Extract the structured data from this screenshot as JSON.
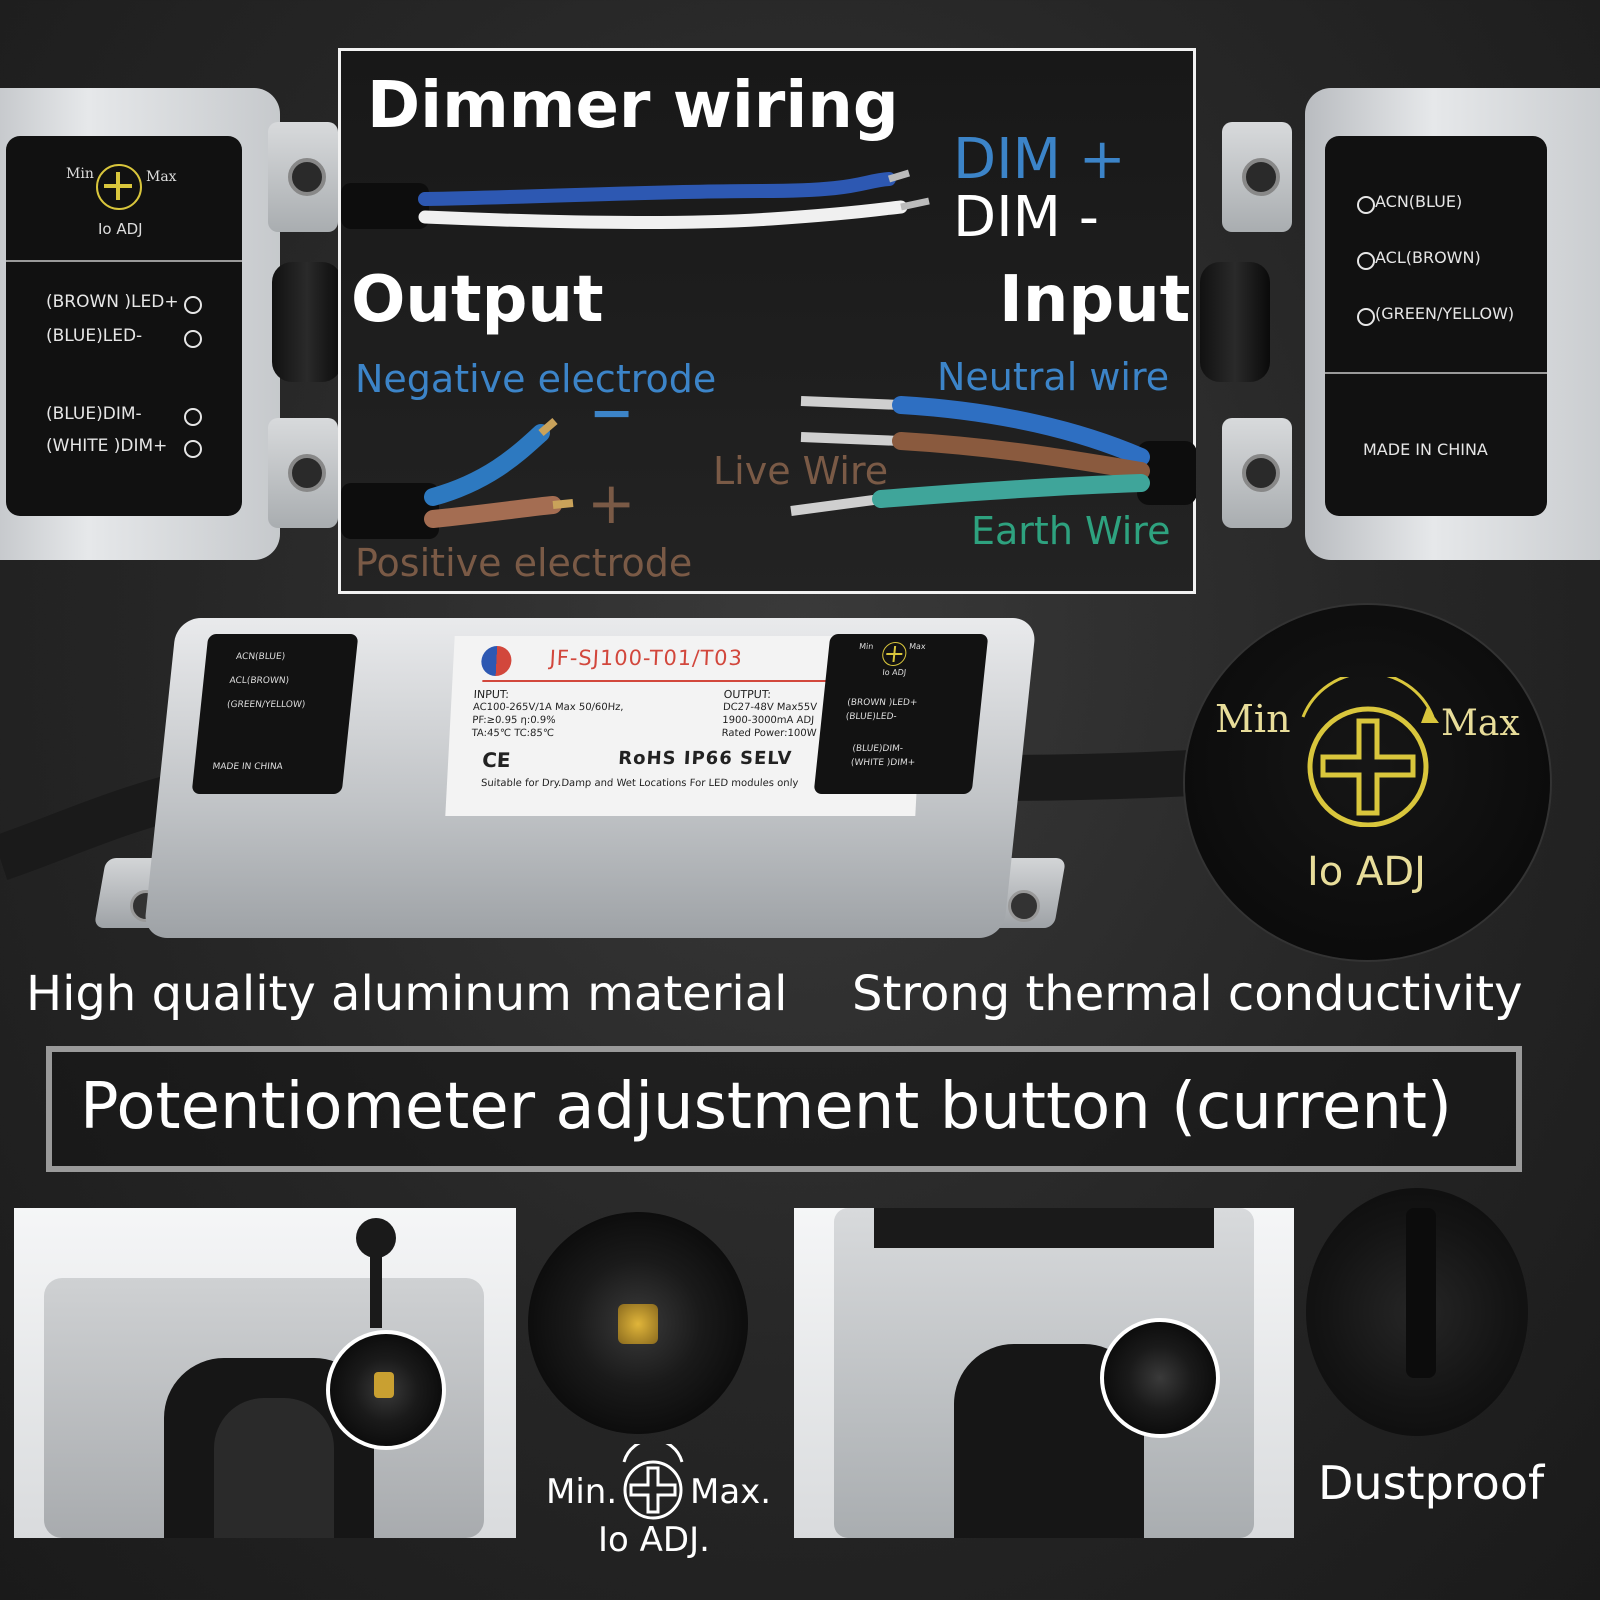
{
  "wiring": {
    "title": "Dimmer wiring",
    "dim_plus": "DIM +",
    "dim_minus": "DIM -",
    "output_title": "Output",
    "input_title": "Input",
    "negative_electrode": "Negative electrode",
    "positive_electrode": "Positive electrode",
    "neutral_wire": "Neutral wire",
    "live_wire": "Live Wire",
    "earth_wire": "Earth Wire",
    "minus_sign": "−",
    "plus_sign": "+"
  },
  "left_panel": {
    "min": "Min",
    "max": "Max",
    "adj": "Io ADJ",
    "led_plus": "(BROWN )LED+",
    "led_minus": "(BLUE)LED-",
    "dim_minus": "(BLUE)DIM-",
    "dim_plus": "(WHITE )DIM+"
  },
  "right_panel": {
    "acn": "ACN(BLUE)",
    "acl": "ACL(BROWN)",
    "ground": "(GREEN/YELLOW)",
    "made_in": "MADE IN CHINA"
  },
  "product": {
    "model": "JF-SJ100-T01/T03",
    "input_title": "INPUT:",
    "input_1": "AC100-265V/1A  Max  50/60Hz,",
    "input_2": "PF:≥0.95   η:0.9%",
    "input_3": "TA:45℃   TC:85℃",
    "output_title": "OUTPUT:",
    "output_1": "DC27-48V    Max55V",
    "output_2": "1900-3000mA  ADJ",
    "output_3": "Rated  Power:100W",
    "certs": "RoHS  IP66  SELV",
    "ce": "CE",
    "suitable": "Suitable for Dry.Damp and Wet Locations For LED modules only",
    "left_acn": "ACN(BLUE)",
    "left_acl": "ACL(BROWN)",
    "left_ground": "(GREEN/YELLOW)",
    "left_made": "MADE IN CHINA",
    "right_min": "Min",
    "right_max": "Max",
    "right_adj": "Io ADJ",
    "right_led_plus": "(BROWN )LED+",
    "right_led_minus": "(BLUE)LED-",
    "right_dim_minus": "(BLUE)DIM-",
    "right_dim_plus": "(WHITE )DIM+"
  },
  "zoom": {
    "min": "Min",
    "max": "Max",
    "adj": "Io ADJ"
  },
  "captions": {
    "aluminum": "High quality aluminum material",
    "thermal": "Strong thermal conductivity",
    "potentiometer": "Potentiometer adjustment button (current)",
    "min": "Min.",
    "max": "Max.",
    "adj": "Io ADJ.",
    "dustproof": "Dustproof"
  },
  "colors": {
    "background": "#262626",
    "blue_label": "#3c84c8",
    "brown_label": "#7a5a46",
    "green_label": "#2ea27f",
    "knob_yellow": "#d9c63c",
    "red_model": "#d2473c"
  }
}
